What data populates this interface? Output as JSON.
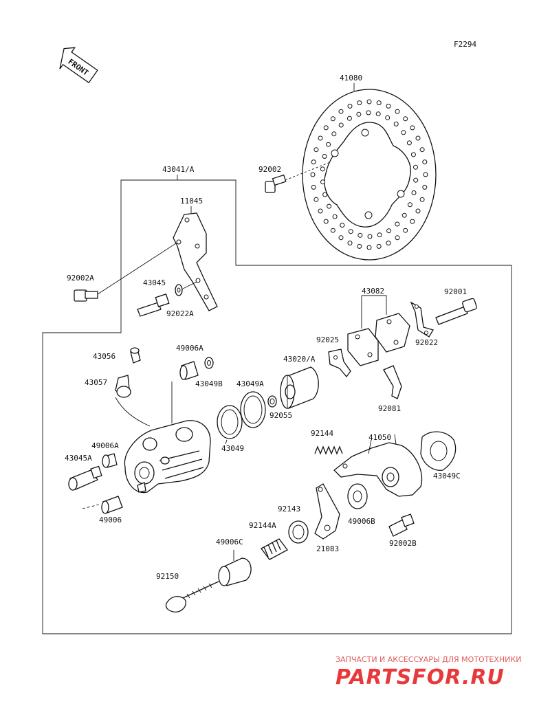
{
  "figure_code": "F2294",
  "front_arrow": "FRONT",
  "labels": {
    "p41080": "41080",
    "p92002": "92002",
    "p43041A": "43041/A",
    "p11045": "11045",
    "p92002A": "92002A",
    "p43045": "43045",
    "p92022A": "92022A",
    "p43082": "43082",
    "p92001": "92001",
    "p92025": "92025",
    "p92022": "92022",
    "p43056": "43056",
    "p49006A_top": "49006A",
    "p43049B": "43049B",
    "p43057": "43057",
    "p43049A": "43049A",
    "p43020A": "43020/A",
    "p92055": "92055",
    "p92081": "92081",
    "p92144": "92144",
    "p41050": "41050",
    "p49006A_left": "49006A",
    "p43049": "43049",
    "p43049C": "43049C",
    "p43045A": "43045A",
    "p49006": "49006",
    "p92143": "92143",
    "p49006B": "49006B",
    "p92144A": "92144A",
    "p21083": "21083",
    "p92002B": "92002B",
    "p49006C": "49006C",
    "p92150": "92150"
  },
  "watermark": {
    "line1": "ЗАПЧАСТИ И АКСЕССУАРЫ ДЛЯ МОТОТЕХНИКИ",
    "line2": "PARTSFOR.RU"
  }
}
